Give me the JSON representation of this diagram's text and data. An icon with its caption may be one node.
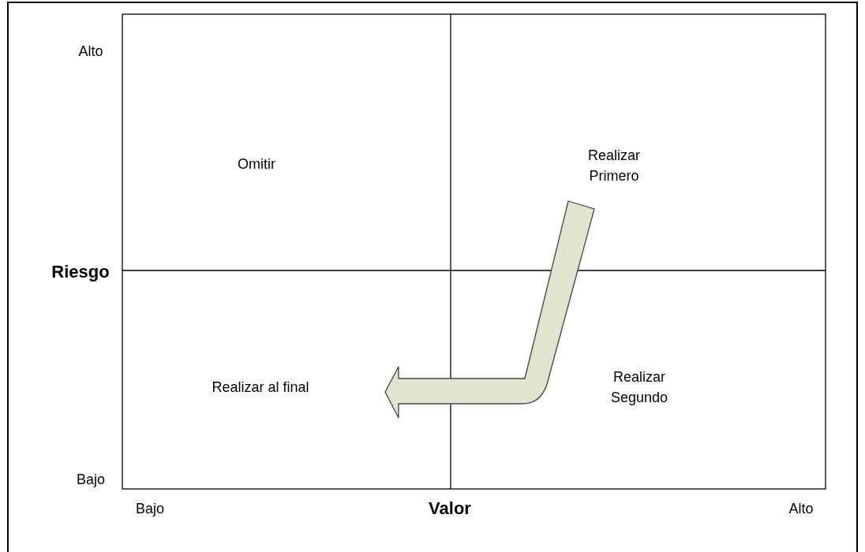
{
  "diagram": {
    "labels": [
      "Alto",
      "Omitir",
      "Realizar Primero",
      "Riesgo",
      "Realizar al final",
      "Realizar Segundo",
      "Bajo",
      "Bajo",
      "Valor",
      "Alto"
    ]
  }
}
